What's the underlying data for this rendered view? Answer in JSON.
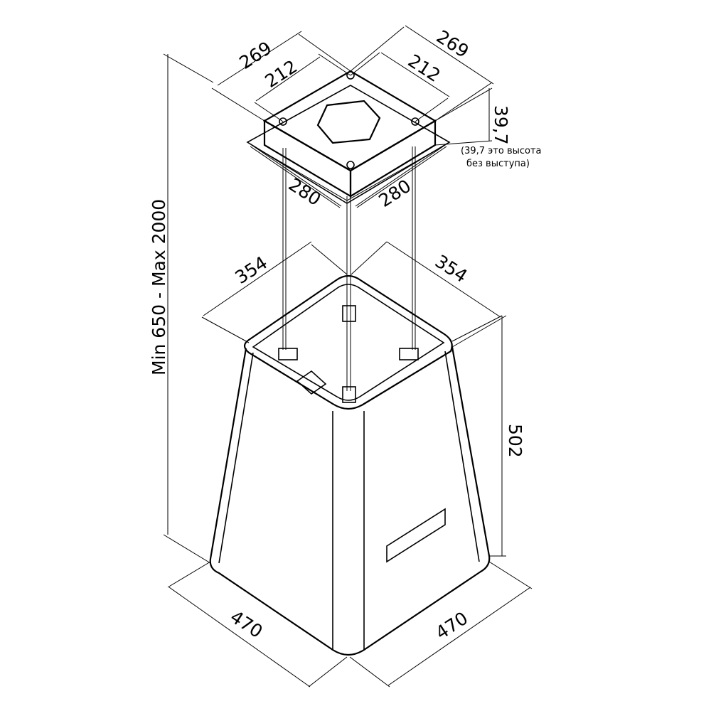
{
  "diagram": {
    "height_range": "Min 650 - Max 2000",
    "top_plate": {
      "outer_left": "269",
      "outer_right": "269",
      "hole_spacing_left": "212",
      "hole_spacing_right": "212",
      "height": "39,7",
      "height_note_line1": "(39,7 это высота",
      "height_note_line2": "без выступа)",
      "flange_left": "280",
      "flange_right": "280"
    },
    "hood": {
      "top_left": "354",
      "top_right": "354",
      "body_height": "502",
      "bottom_left": "470",
      "bottom_right": "470"
    }
  }
}
